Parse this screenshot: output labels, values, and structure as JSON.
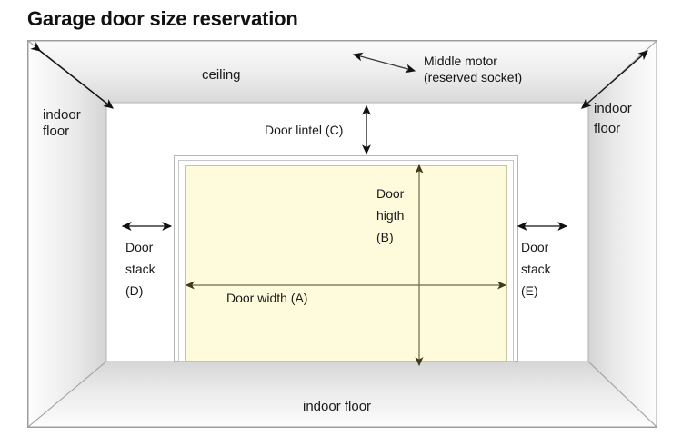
{
  "page": {
    "title": "Garage door size reservation"
  },
  "diagram": {
    "type": "perspective-room-diagram",
    "subject": "garage door opening dimensions",
    "labels": {
      "ceiling": "ceiling",
      "indoor_floor_left": [
        "indoor",
        "floor"
      ],
      "indoor_floor_right": [
        "indoor",
        "floor"
      ],
      "indoor_floor_bottom": "indoor floor",
      "middle_motor": [
        "Middle motor",
        "(reserved socket)"
      ],
      "door_lintel": "Door lintel (C)",
      "door_height": [
        "Door",
        "higth",
        "(B)"
      ],
      "door_width": "Door width (A)",
      "door_stack_left": [
        "Door",
        "stack",
        "(D)"
      ],
      "door_stack_right": [
        "Door",
        "stack",
        "(E)"
      ]
    },
    "dimension_keys": [
      {
        "key": "A",
        "name": "Door width"
      },
      {
        "key": "B",
        "name": "Door higth"
      },
      {
        "key": "C",
        "name": "Door lintel"
      },
      {
        "key": "D",
        "name": "Door stack (left)"
      },
      {
        "key": "E",
        "name": "Door stack (right)"
      }
    ],
    "colors": {
      "door_panel": "#fdfbdb",
      "door_panel_border": "#c9c49a",
      "back_wall": "#ffffff",
      "frame_line": "#b4b4b4",
      "outline": "#8c8c8c",
      "arrow_dark": "#111111",
      "arrow_olive": "#4a4526",
      "text": "#1a1a1a"
    }
  }
}
